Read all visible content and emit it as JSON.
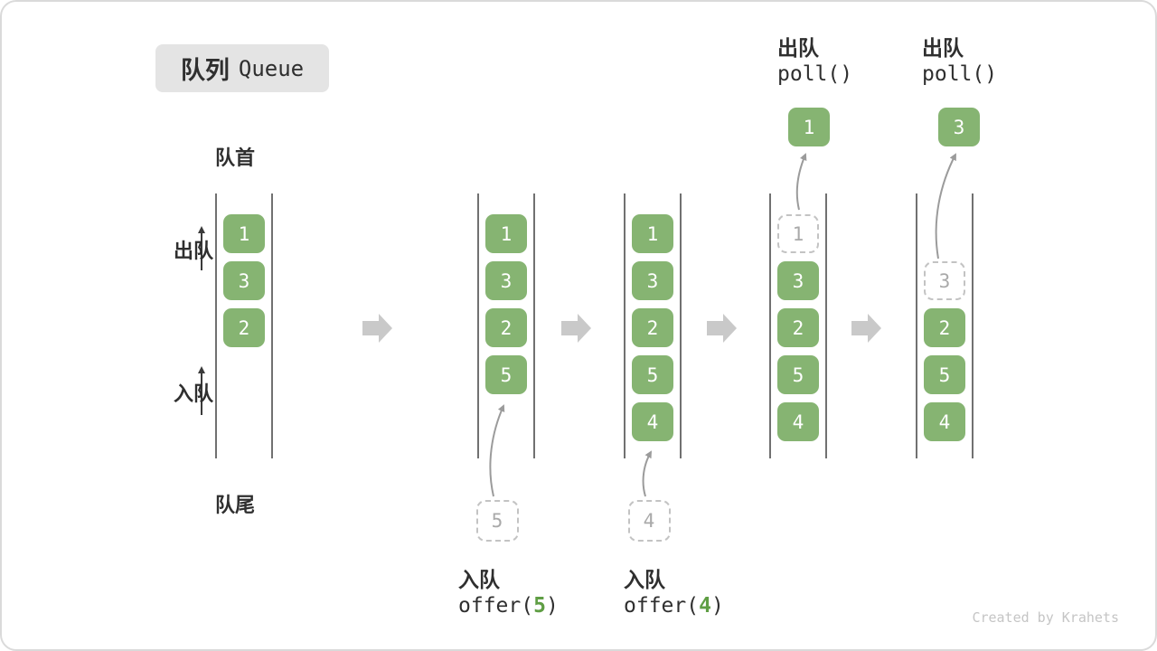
{
  "title": {
    "zh": "队列",
    "en": "Queue"
  },
  "side_labels": {
    "front": "队首",
    "rear": "队尾",
    "dequeue": "出队",
    "enqueue": "入队"
  },
  "colors": {
    "green": "#86b472",
    "arg_green": "#5f9e44",
    "arrow_gray": "#c9c9c9",
    "curve_arrow": "#9b9b9b",
    "ghost_border": "#c3c3c3",
    "ghost_text": "#a9a9a9",
    "wall": "#4d4d4d",
    "text_dark": "#2f2f2f",
    "badge_bg": "#e4e4e4",
    "watermark": "#c5c5c5"
  },
  "queues": [
    {
      "cells": [
        {
          "slot": 0,
          "value": "1",
          "style": "solid"
        },
        {
          "slot": 1,
          "value": "3",
          "style": "solid"
        },
        {
          "slot": 2,
          "value": "2",
          "style": "solid"
        }
      ]
    },
    {
      "cells": [
        {
          "slot": 0,
          "value": "1",
          "style": "solid"
        },
        {
          "slot": 1,
          "value": "3",
          "style": "solid"
        },
        {
          "slot": 2,
          "value": "2",
          "style": "solid"
        },
        {
          "slot": 3,
          "value": "5",
          "style": "solid"
        }
      ]
    },
    {
      "cells": [
        {
          "slot": 0,
          "value": "1",
          "style": "solid"
        },
        {
          "slot": 1,
          "value": "3",
          "style": "solid"
        },
        {
          "slot": 2,
          "value": "2",
          "style": "solid"
        },
        {
          "slot": 3,
          "value": "5",
          "style": "solid"
        },
        {
          "slot": 4,
          "value": "4",
          "style": "solid"
        }
      ]
    },
    {
      "cells": [
        {
          "slot": 0,
          "value": "1",
          "style": "ghost"
        },
        {
          "slot": 1,
          "value": "3",
          "style": "solid"
        },
        {
          "slot": 2,
          "value": "2",
          "style": "solid"
        },
        {
          "slot": 3,
          "value": "5",
          "style": "solid"
        },
        {
          "slot": 4,
          "value": "4",
          "style": "solid"
        }
      ]
    },
    {
      "cells": [
        {
          "slot": 1,
          "value": "3",
          "style": "ghost"
        },
        {
          "slot": 2,
          "value": "2",
          "style": "solid"
        },
        {
          "slot": 3,
          "value": "5",
          "style": "solid"
        },
        {
          "slot": 4,
          "value": "4",
          "style": "solid"
        }
      ]
    }
  ],
  "enqueue_ops": [
    {
      "label": "入队",
      "code_prefix": "offer(",
      "arg": "5",
      "code_suffix": ")",
      "ghost_value": "5"
    },
    {
      "label": "入队",
      "code_prefix": "offer(",
      "arg": "4",
      "code_suffix": ")",
      "ghost_value": "4"
    }
  ],
  "dequeue_ops": [
    {
      "label": "出队",
      "code": "poll()",
      "removed_value": "1"
    },
    {
      "label": "出队",
      "code": "poll()",
      "removed_value": "3"
    }
  ],
  "watermark": "Created by Krahets"
}
